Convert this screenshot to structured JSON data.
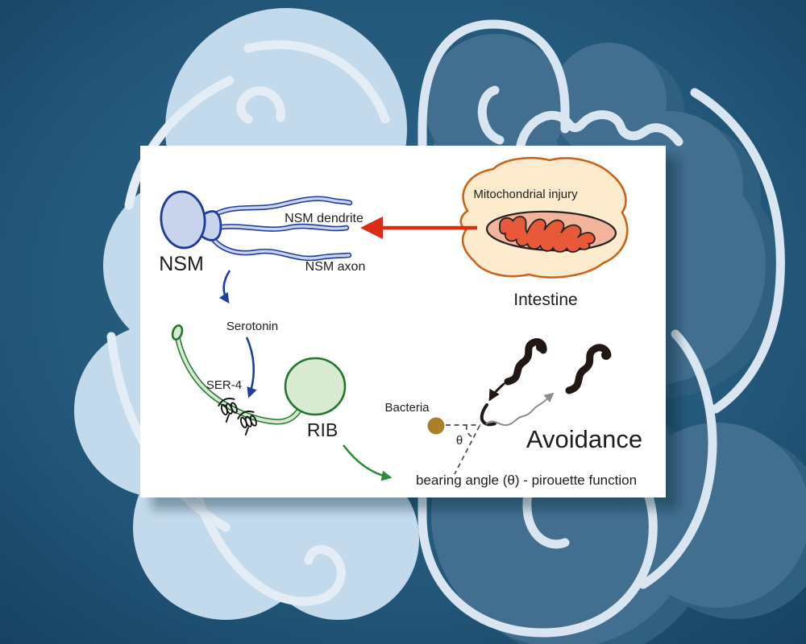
{
  "labels": {
    "nsm": "NSM",
    "nsm_dendrite": "NSM dendrite",
    "nsm_axon": "NSM axon",
    "serotonin": "Serotonin",
    "ser4": "SER-4",
    "rib": "RIB",
    "mitochondrial_injury": "Mitochondrial injury",
    "intestine": "Intestine",
    "bacteria": "Bacteria",
    "theta": "θ",
    "avoidance": "Avoidance",
    "bearing_angle": "bearing angle (θ) - pirouette function"
  },
  "colors": {
    "background_center": "#2b6387",
    "background_edge": "#153f60",
    "brain_left_fill": "#c2daec",
    "brain_left_lines": "#e4edf5",
    "brain_right_fill": "#426f90",
    "brain_right_shadow": "#2f6080",
    "brain_right_lines": "#d9e6f1",
    "panel_background": "#ffffff",
    "nsm_fill": "#c9d3ec",
    "nsm_stroke": "#1f3a9b",
    "rib_fill": "#d8ebd2",
    "rib_stroke": "#237530",
    "intestine_fill": "#fceccd",
    "intestine_stroke": "#c8641c",
    "mitochondrion_outer": "#f2b49c",
    "mitochondrion_inner": "#e8593a",
    "injury_arrow": "#da2c17",
    "serotonin_arrow": "#1e3f9e",
    "rib_arrow": "#2e8b3d",
    "bacteria_dot": "#a97f28",
    "worm": "#211714",
    "worm_trail": "#8c8c8c",
    "text": "#1d1d1d"
  }
}
